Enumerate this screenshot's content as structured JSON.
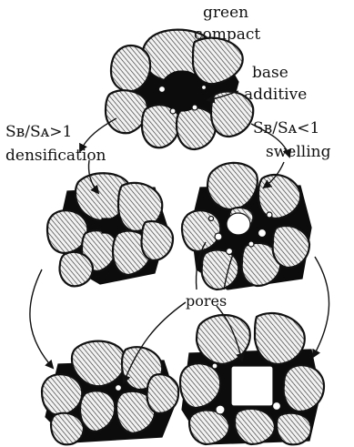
{
  "labels": {
    "green_compact_1": "green",
    "green_compact_2": "compact",
    "base_additive_1": "base",
    "base_additive_2": "additive",
    "left_ratio": "Sʙ/Sᴀ>1",
    "left_process": "densification",
    "right_ratio": "Sʙ/Sᴀ<1",
    "right_process": "swelling",
    "pores": "pores"
  }
}
